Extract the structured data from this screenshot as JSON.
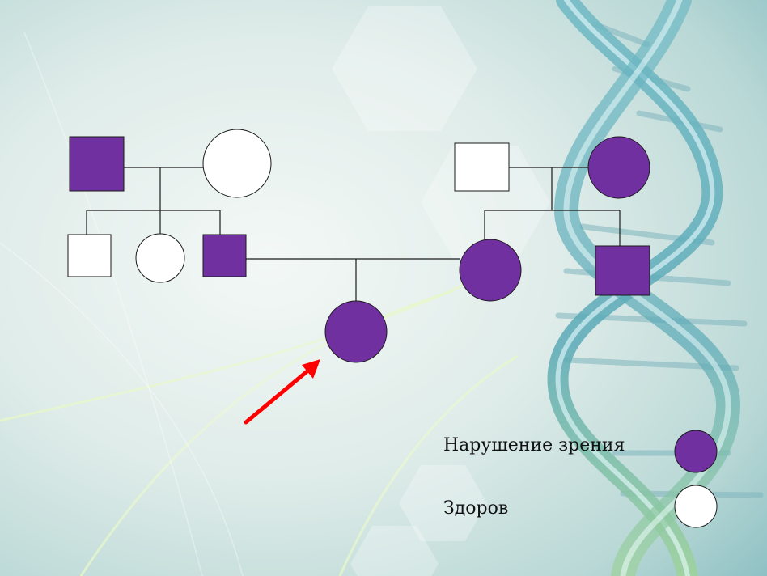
{
  "legend": {
    "affected_label": "Нарушение зрения",
    "healthy_label": "Здоров"
  },
  "colors": {
    "affected": "#7030a0",
    "healthy": "#ffffff",
    "outline": "#1a1a1a",
    "line": "#1a1a1a",
    "arrow": "#ff0000"
  },
  "pedigree": {
    "individuals": [
      {
        "id": "paternal-grandfather",
        "sex": "male",
        "affected": true
      },
      {
        "id": "paternal-grandmother",
        "sex": "female",
        "affected": false
      },
      {
        "id": "paternal-uncle",
        "sex": "male",
        "affected": false
      },
      {
        "id": "paternal-aunt",
        "sex": "female",
        "affected": false
      },
      {
        "id": "father",
        "sex": "male",
        "affected": true
      },
      {
        "id": "maternal-grandfather",
        "sex": "male",
        "affected": false
      },
      {
        "id": "maternal-grandmother",
        "sex": "female",
        "affected": true
      },
      {
        "id": "mother",
        "sex": "female",
        "affected": true
      },
      {
        "id": "maternal-uncle",
        "sex": "male",
        "affected": true
      },
      {
        "id": "proband",
        "sex": "female",
        "affected": true,
        "proband": true
      }
    ],
    "marriages": [
      {
        "partners": [
          "paternal-grandfather",
          "paternal-grandmother"
        ],
        "children": [
          "paternal-uncle",
          "paternal-aunt",
          "father"
        ]
      },
      {
        "partners": [
          "maternal-grandfather",
          "maternal-grandmother"
        ],
        "children": [
          "mother",
          "maternal-uncle"
        ]
      },
      {
        "partners": [
          "father",
          "mother"
        ],
        "children": [
          "proband"
        ]
      }
    ]
  }
}
